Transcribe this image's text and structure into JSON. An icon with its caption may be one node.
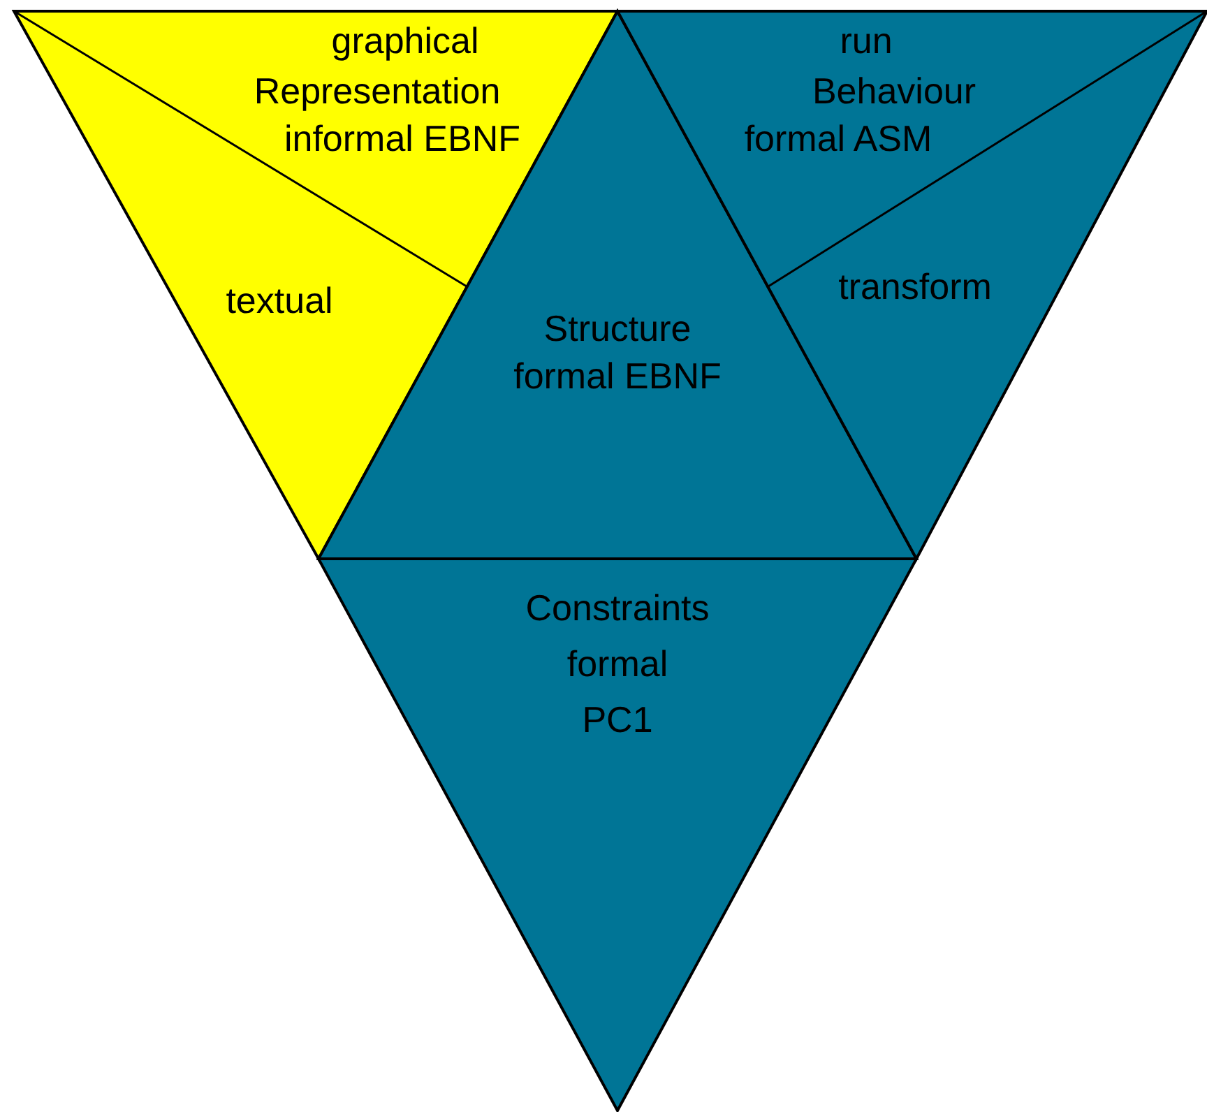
{
  "diagram": {
    "nodes": [
      {
        "text": [
          "Representation",
          "informal EBNF"
        ]
      },
      {
        "text": [
          "Structure",
          "formal EBNF"
        ]
      },
      {
        "text": [
          "Behaviour",
          "formal ASM"
        ]
      },
      {
        "text": [
          "Constraints",
          "formal",
          "PC1"
        ]
      }
    ],
    "labels": [
      "graphical",
      "textual",
      "run",
      "transform"
    ]
  }
}
